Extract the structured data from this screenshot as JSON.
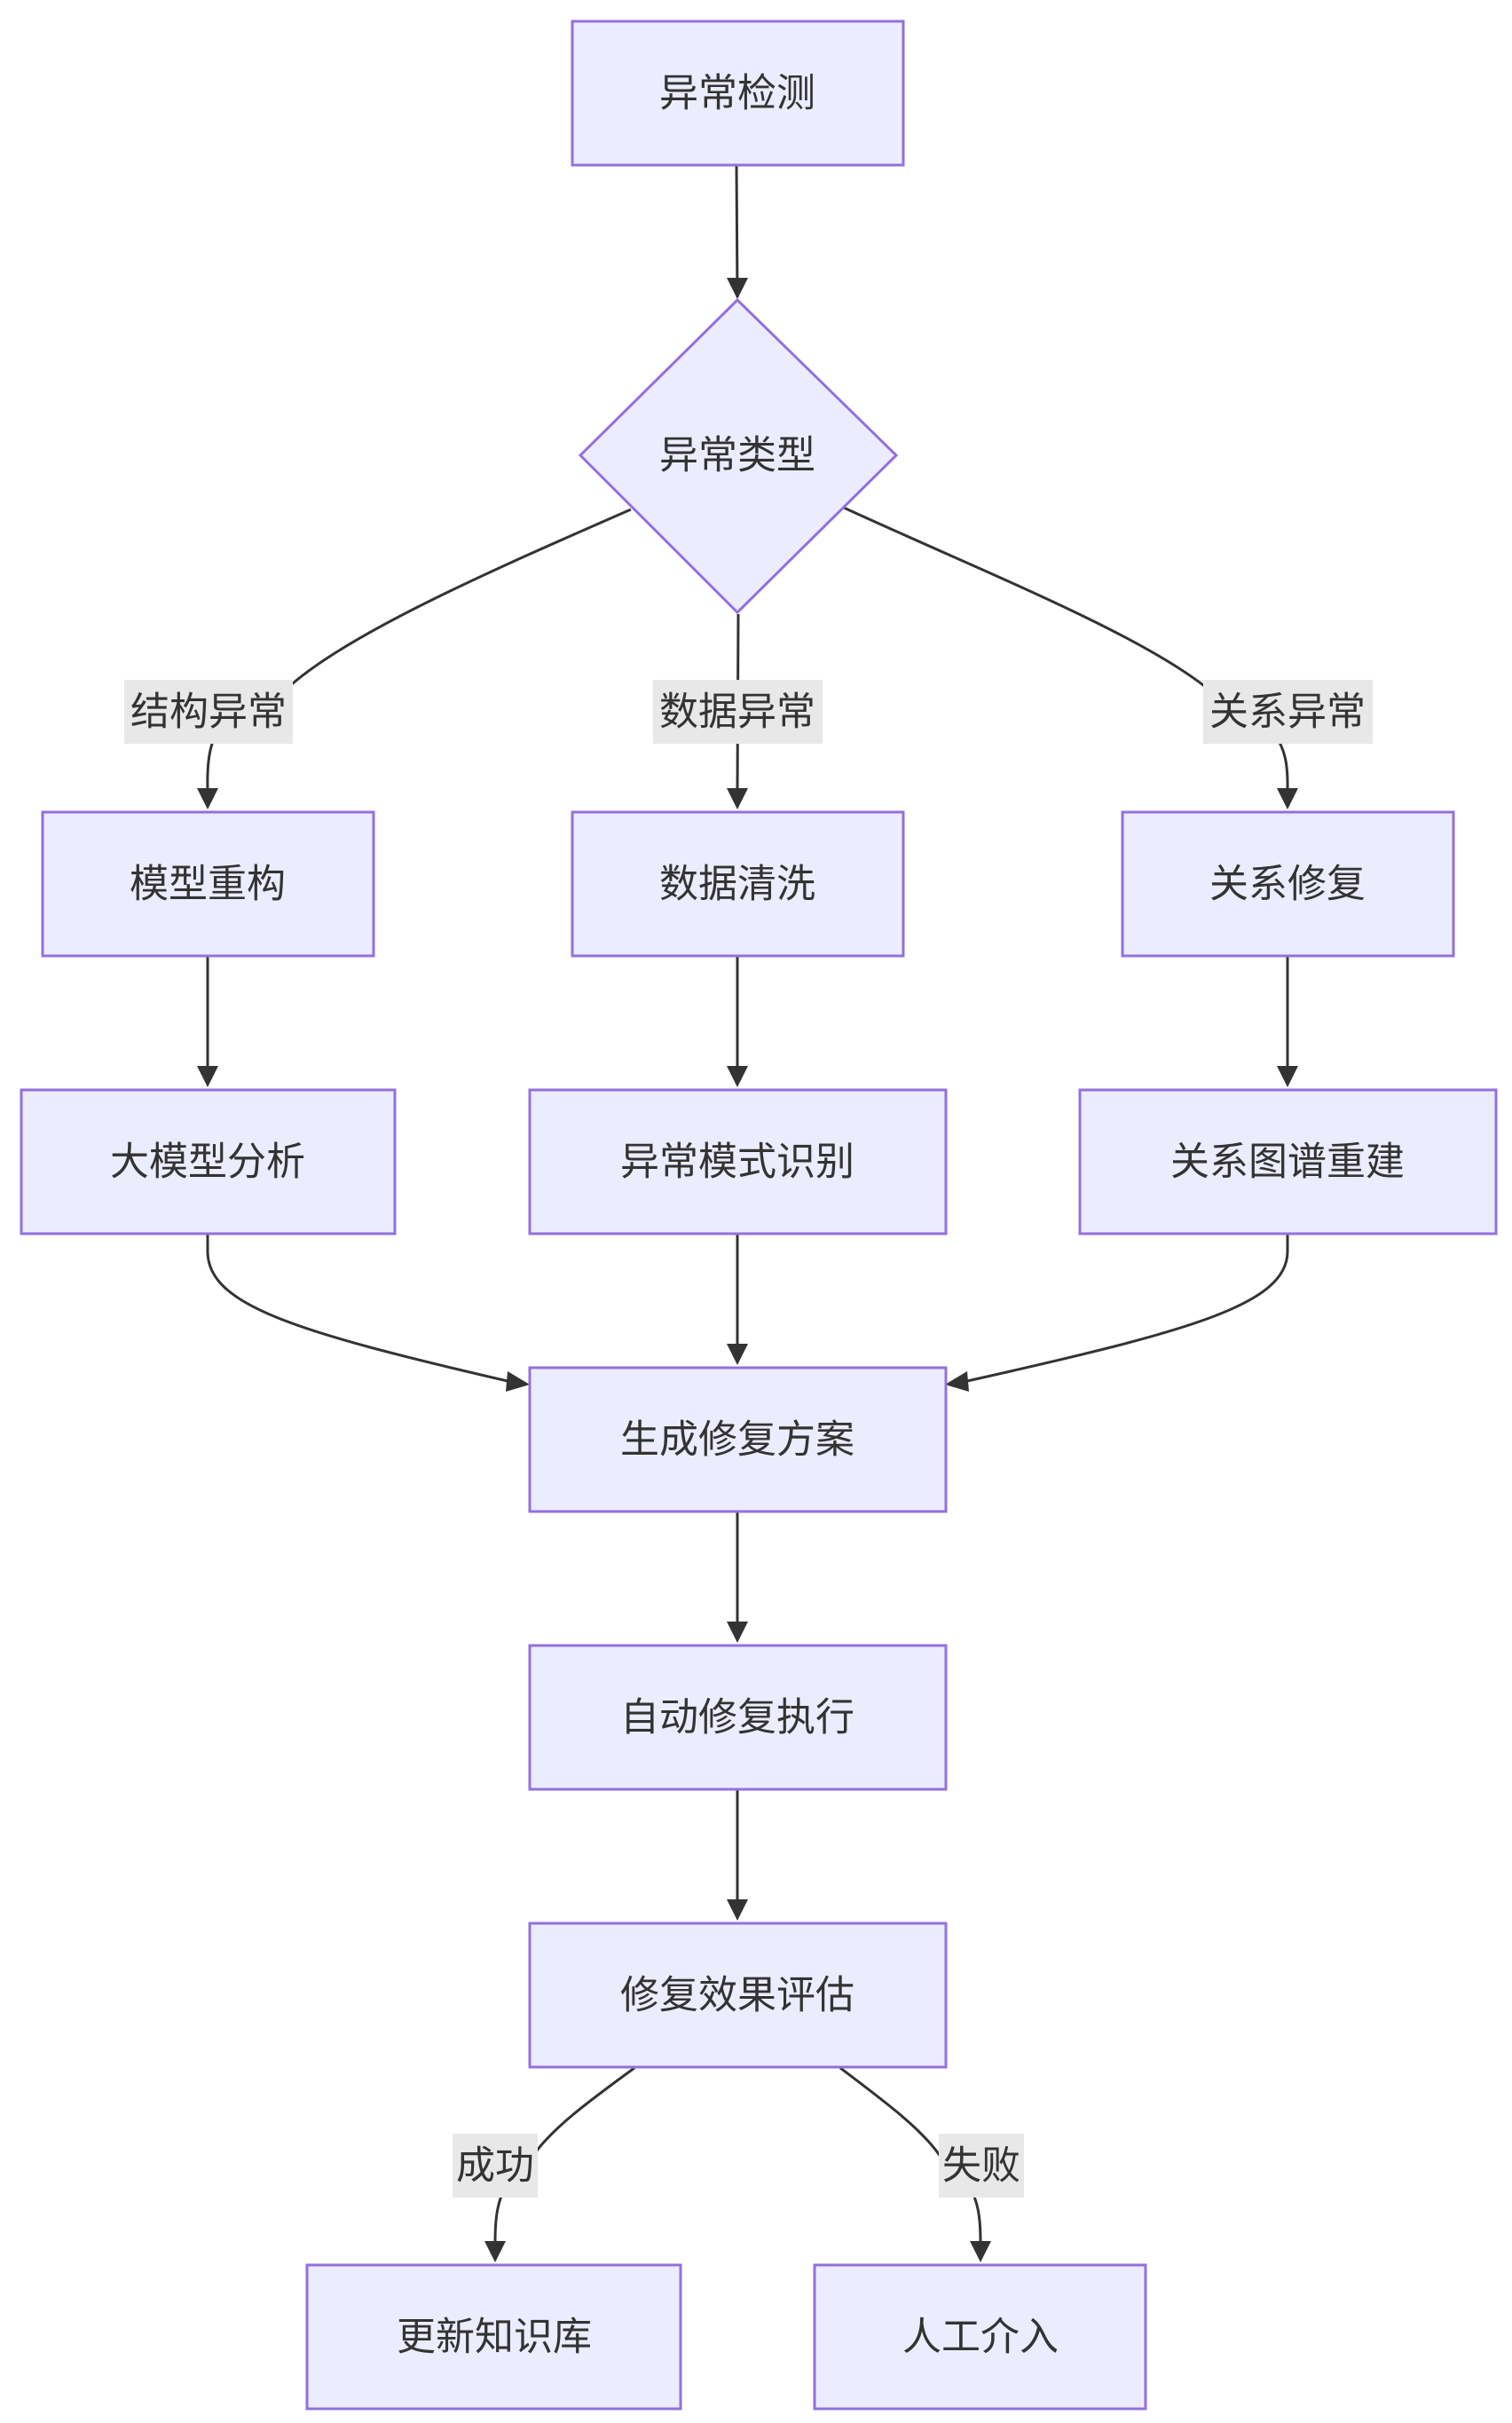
{
  "diagram": {
    "nodes": {
      "detect": "异常检测",
      "type": "异常类型",
      "model_rebuild": "模型重构",
      "data_clean": "数据清洗",
      "rel_repair": "关系修复",
      "llm_analysis": "大模型分析",
      "pattern_recog": "异常模式识别",
      "graph_rebuild": "关系图谱重建",
      "gen_plan": "生成修复方案",
      "auto_exec": "自动修复执行",
      "evaluate": "修复效果评估",
      "update_kb": "更新知识库",
      "manual": "人工介入"
    },
    "edge_labels": {
      "structural": "结构异常",
      "data": "数据异常",
      "relation": "关系异常",
      "success": "成功",
      "failure": "失败"
    },
    "colors": {
      "node_fill": "#ECECFF",
      "node_stroke": "#9370DB",
      "edge": "#333333",
      "label_bg": "#E8E8E8",
      "text": "#333333"
    }
  }
}
